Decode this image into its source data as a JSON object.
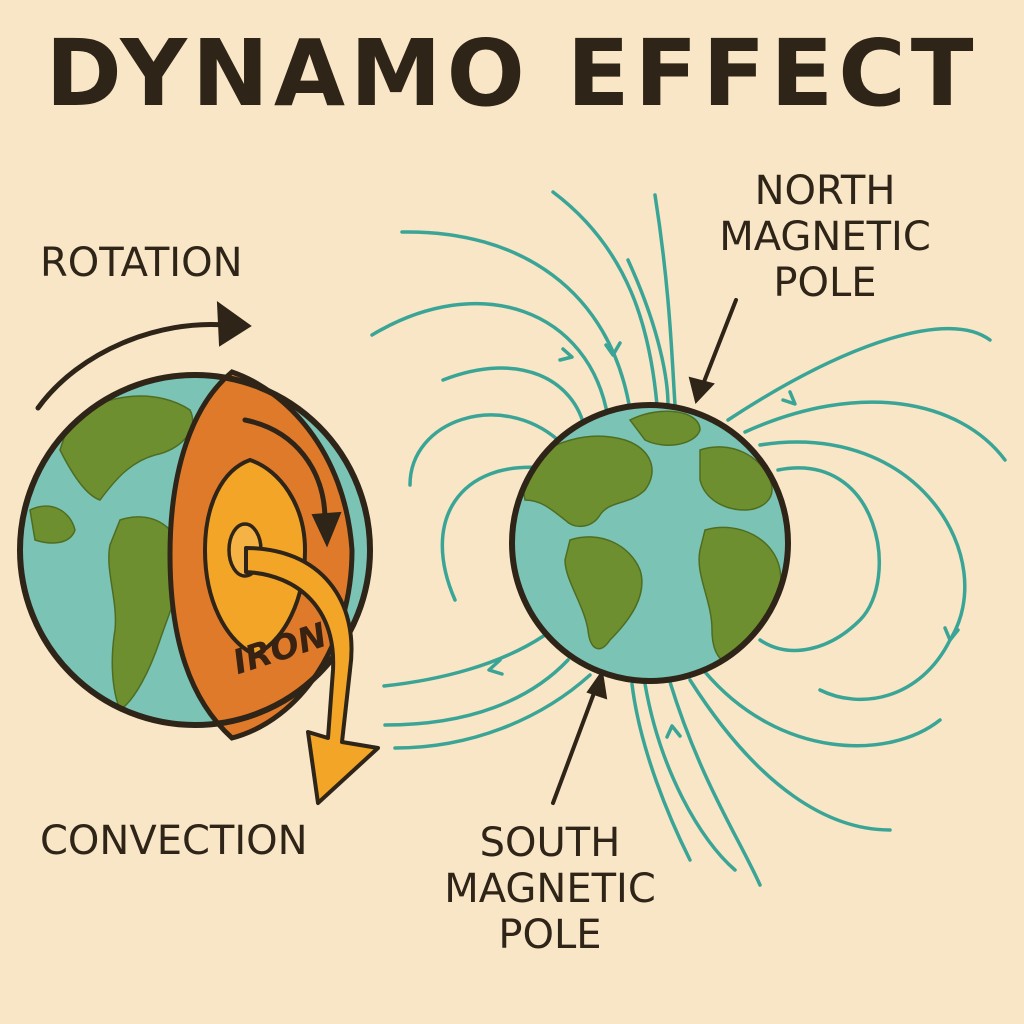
{
  "title": "DYNAMO EFFECT",
  "labels": {
    "rotation": "ROTATION",
    "convection": "CONVECTION",
    "iron": "IRON",
    "north_pole": [
      "NORTH",
      "MAGNETIC",
      "POLE"
    ],
    "south_pole": [
      "SOUTH",
      "MAGNETIC",
      "POLE"
    ]
  },
  "colors": {
    "background": "#f8e6c6",
    "ink": "#2e2417",
    "ocean": "#7bc3b5",
    "land": "#6e8f30",
    "outer_core": "#de7a2a",
    "inner_core": "#f2a526",
    "field_lines": "#3aa596"
  }
}
